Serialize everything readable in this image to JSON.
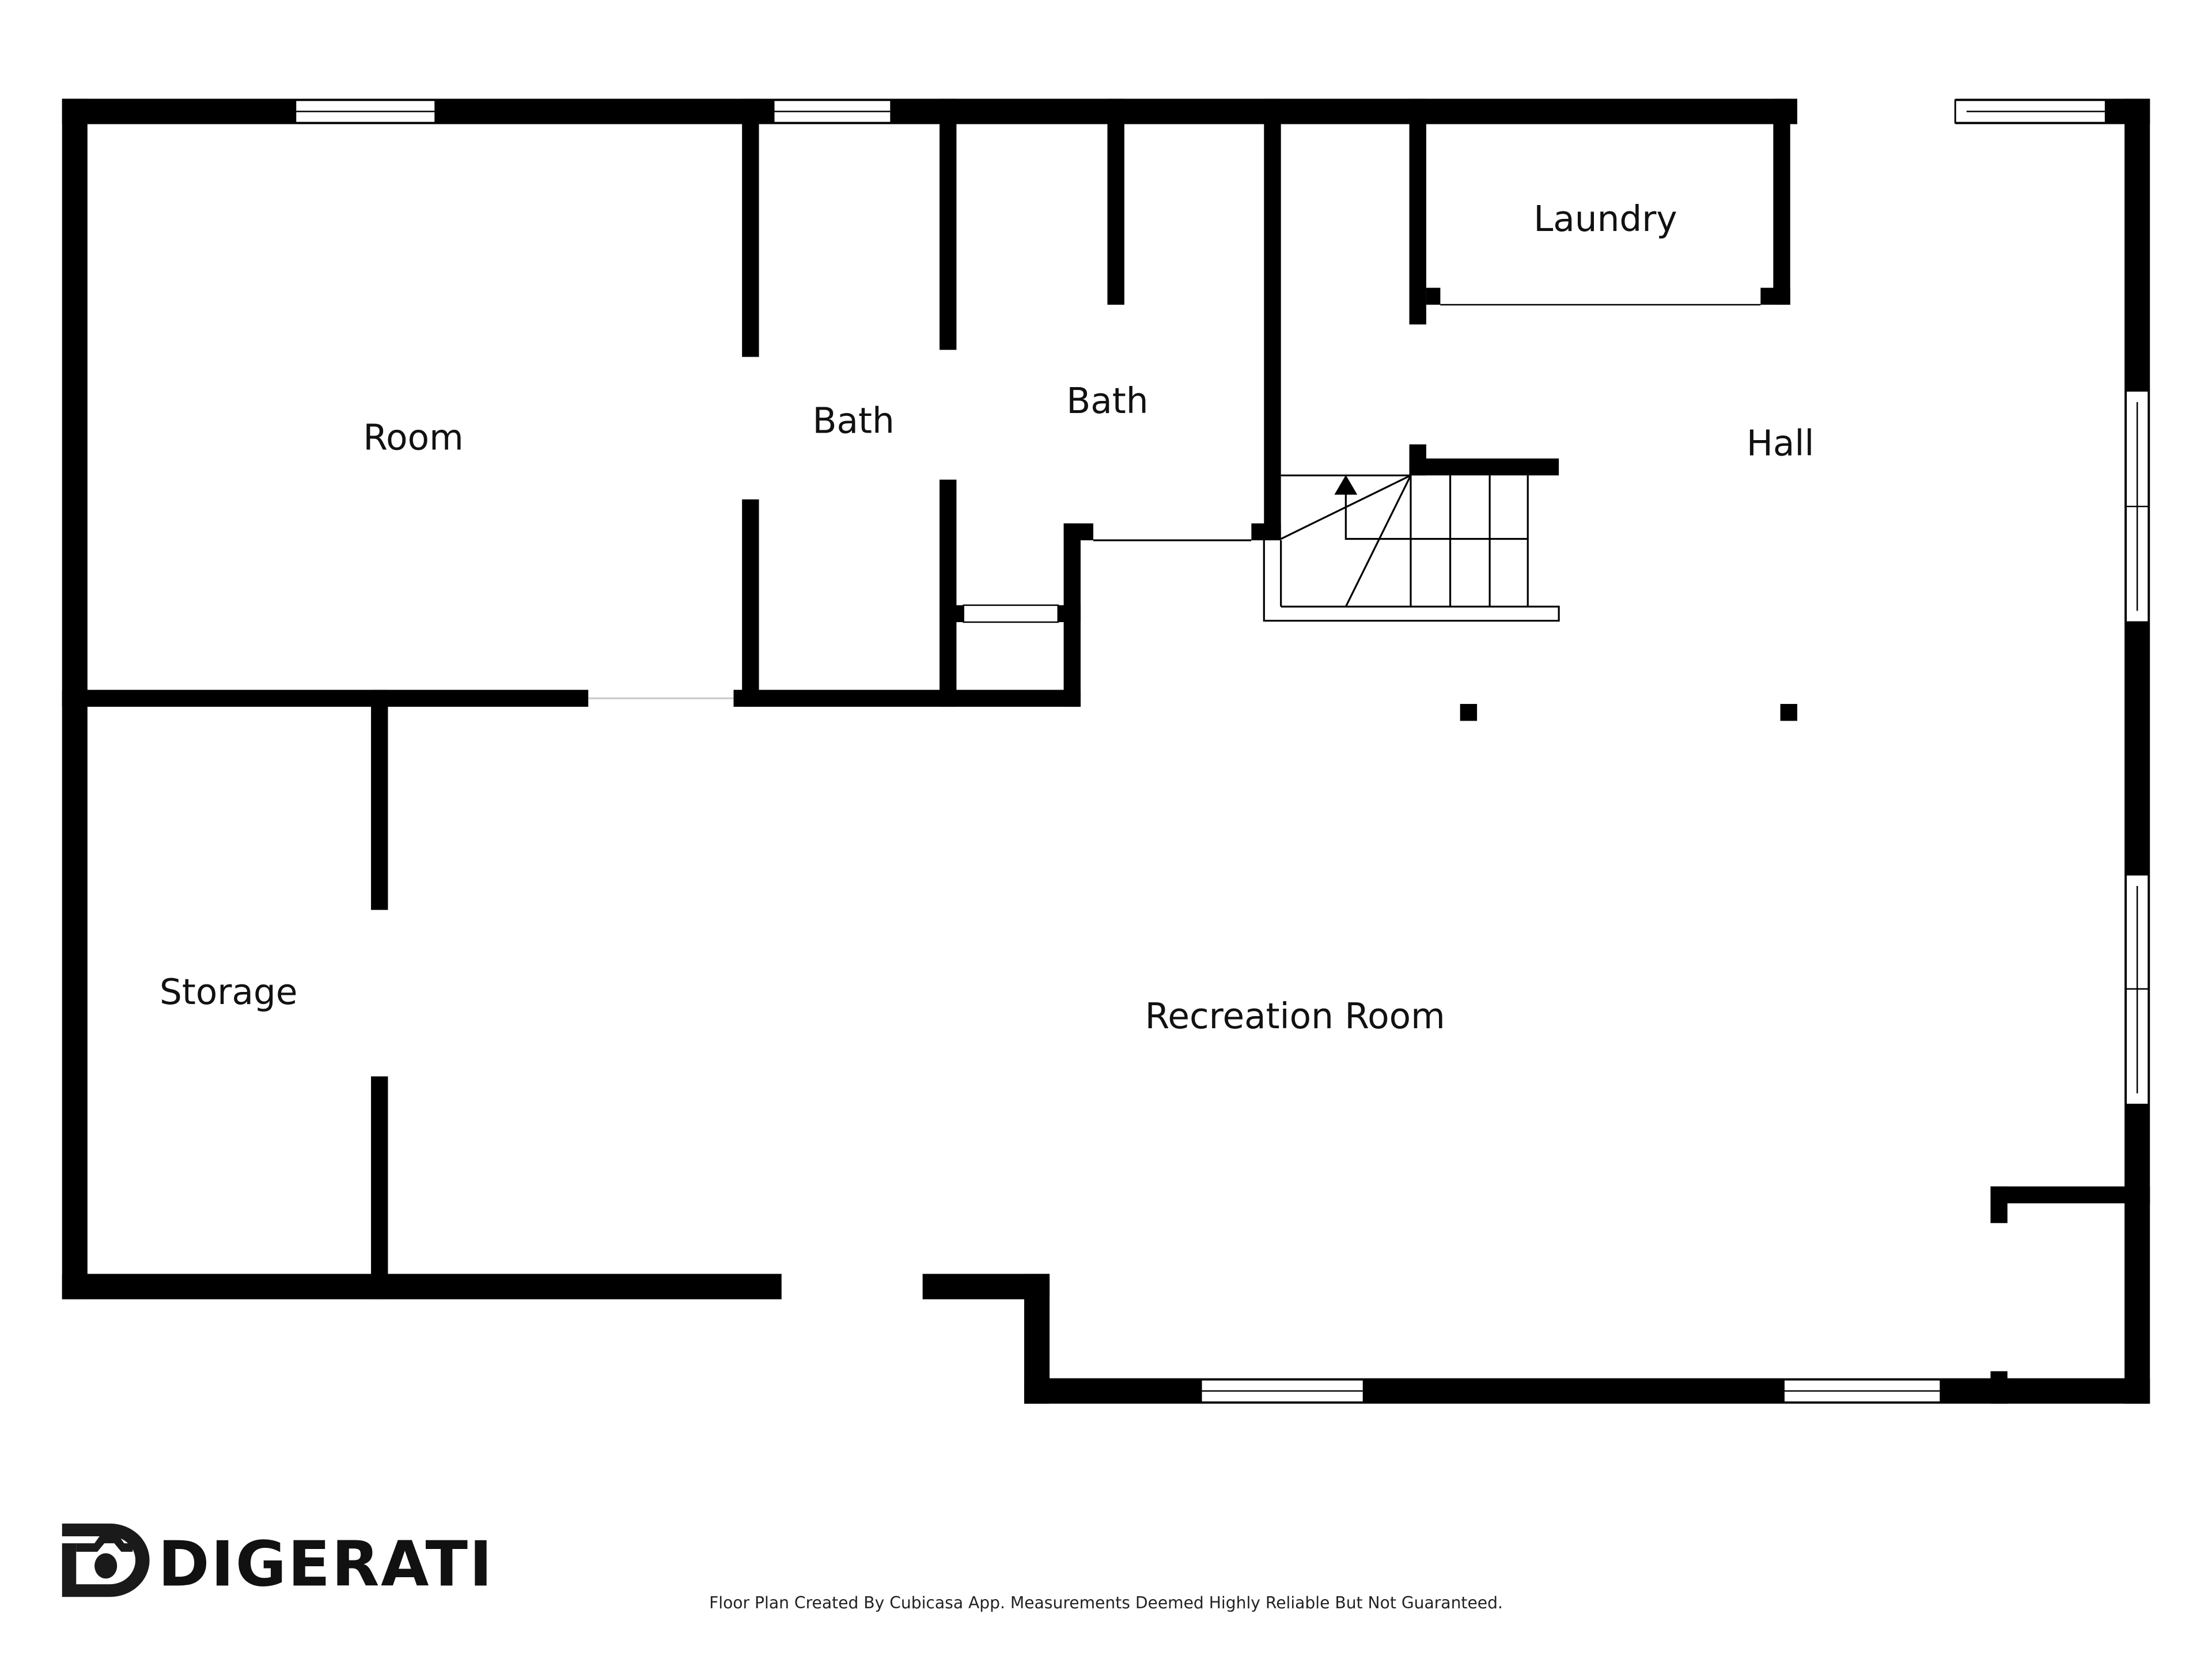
{
  "rooms": {
    "room": "Room",
    "bath1": "Bath",
    "bath2": "Bath",
    "laundry": "Laundry",
    "hall": "Hall",
    "storage": "Storage",
    "recreation": "Recreation Room"
  },
  "brand": {
    "name": "DIGERATI"
  },
  "footer": {
    "disclaimer": "Floor Plan Created By Cubicasa App. Measurements Deemed Highly Reliable But Not Guaranteed."
  }
}
